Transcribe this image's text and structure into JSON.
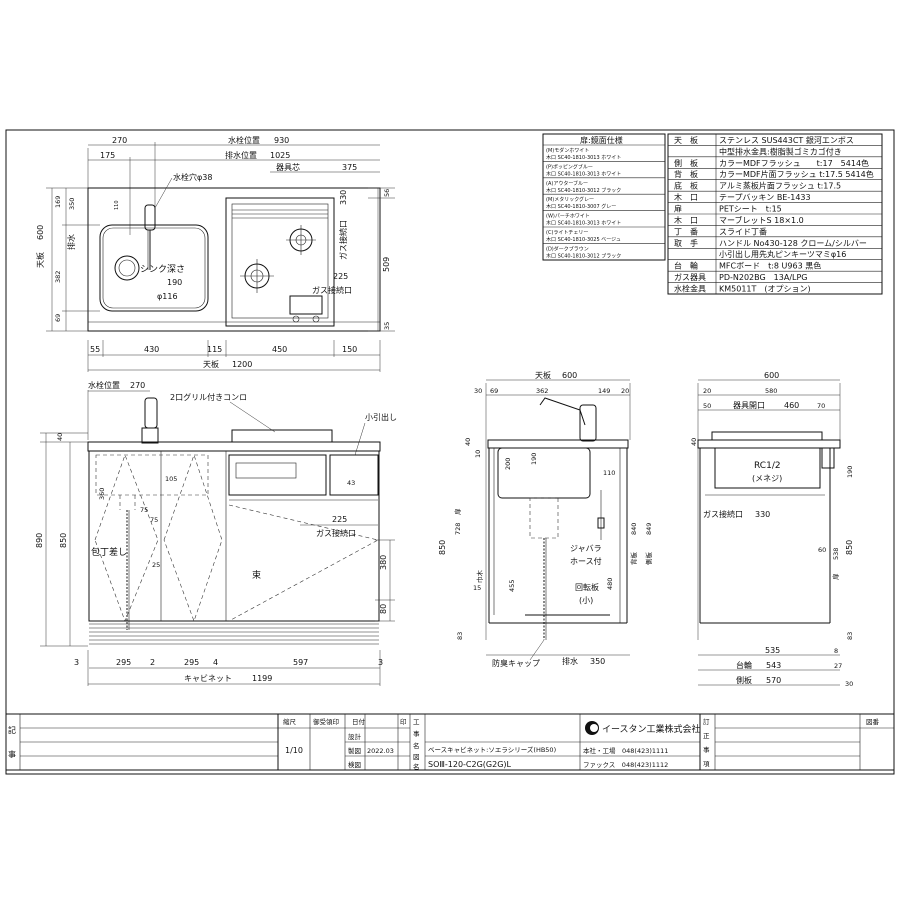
{
  "top_view": {
    "d_270": "270",
    "faucet_pos_label": "水栓位置",
    "faucet_pos_val": "930",
    "d_175": "175",
    "drain_pos_label": "排水位置",
    "drain_pos_val": "1025",
    "burner_center": "器具芯",
    "burner_center_val": "375",
    "faucet_hole": "水栓穴φ38",
    "top_label": "天板",
    "d_600": "600",
    "d_169": "169",
    "d_350": "350",
    "d_382": "382",
    "d_69": "69",
    "d_110": "110",
    "drain_label": "排水",
    "sink_depth": "シンク深さ",
    "sink_depth_val": "190",
    "drain_dia": "φ116",
    "gas_conn": "ガス接続口",
    "d_330": "330",
    "d_56": "56",
    "d_509": "509",
    "d_225": "225",
    "d_35": "35",
    "b_55": "55",
    "b_430": "430",
    "b_115": "115",
    "b_450": "450",
    "b_150": "150",
    "total_width_label": "天板",
    "total_width_val": "1200"
  },
  "front_view": {
    "faucet_pos": "水栓位置",
    "faucet_pos_val": "270",
    "stove_label": "2口グリル付きコンロ",
    "small_drawer": "小引出し",
    "d_40": "40",
    "d_890": "890",
    "d_850": "850",
    "d_360": "360",
    "d_105": "105",
    "d_75a": "75",
    "d_75b": "75",
    "d_25": "25",
    "d_43": "43",
    "knife_rack": "包丁差し",
    "d_225": "225",
    "gas_conn": "ガス接続口",
    "d_380": "380",
    "d_80": "80",
    "bundle": "束",
    "b_3a": "3",
    "b_295a": "295",
    "b_2": "2",
    "b_295b": "295",
    "b_4": "4",
    "b_597": "597",
    "b_3b": "3",
    "cabinet_label": "キャビネット",
    "cabinet_val": "1199"
  },
  "side_view": {
    "top_label": "天板",
    "top_val": "600",
    "d_30": "30",
    "d_69": "69",
    "d_362": "362",
    "d_149": "149",
    "d_20": "20",
    "d_40": "40",
    "d_10": "10",
    "d_200": "200",
    "d_190": "190",
    "door": "扉",
    "d_728": "728",
    "d_110": "110",
    "d_850": "850",
    "d_840": "840",
    "back_label": "背板",
    "d_849": "849",
    "side_label": "側板",
    "bellows": "ジャバラ",
    "hose": "ホース付",
    "d_480": "480",
    "d_15": "15",
    "plinth": "巾木",
    "d_455": "455",
    "turntable": "回転板",
    "turntable_size": "(小)",
    "d_83": "83",
    "odor_trap": "防臭キャップ",
    "drain": "排水",
    "drain_val": "350"
  },
  "right_view": {
    "d_600": "600",
    "d_20": "20",
    "d_580": "580",
    "d_50": "50",
    "opening_label": "器具開口",
    "opening_val": "460",
    "d_70": "70",
    "rc": "RC1/2",
    "male": "(メネジ)",
    "gas_conn": "ガス接続口",
    "d_330": "330",
    "d_190": "190",
    "d_850": "850",
    "d_60": "60",
    "door": "扉",
    "d_538": "538",
    "d_83": "83",
    "d_40": "40",
    "d_535": "535",
    "d_8": "8",
    "plinth_label": "台輪",
    "plinth_val": "543",
    "d_27": "27",
    "side_label": "側板",
    "side_val": "570",
    "d_30": "30"
  },
  "door_spec": {
    "header": "扉:鏡面仕様",
    "items": [
      {
        "name": "(M)モダンホワイト",
        "sub": "木口 SC40-1810-3013 ホワイト"
      },
      {
        "name": "(P)ポッピングブルー",
        "sub": "木口 SC40-1810-3013 ホワイト"
      },
      {
        "name": "(A)アウターブルー",
        "sub": "木口 SC40-1810-3012 ブラック"
      },
      {
        "name": "(M)メタリックグレー",
        "sub": "木口 SC40-1810-3007 グレー"
      },
      {
        "name": "(W)パーチホワイト",
        "sub": "木口 SC40-1810-3013 ホワイト"
      },
      {
        "name": "(C)ライトチェリー",
        "sub": "木口 SC40-1810-3025 ベージュ"
      },
      {
        "name": "(D)ダークブラウン",
        "sub": "木口 SC40-1810-3012 ブラック"
      }
    ]
  },
  "spec_table": {
    "rows": [
      {
        "label": "天　板",
        "value": "ステンレス SUS443CT 銀河エンボス"
      },
      {
        "label": "",
        "value": "中型排水金具:樹脂製ゴミカゴ付き"
      },
      {
        "label": "側　板",
        "value": "カラーMDFフラッシュ　　t:17　5414色"
      },
      {
        "label": "背　板",
        "value": "カラーMDF片面フラッシュ t:17.5 5414色"
      },
      {
        "label": "底　板",
        "value": "アルミ蒸板片面フラッシュ t:17.5"
      },
      {
        "label": "木　口",
        "value": "テープバッキン BE-1433"
      },
      {
        "label": "扉",
        "value": "PETシート　t:15"
      },
      {
        "label": "木　口",
        "value": "マーブレットS 18×1.0"
      },
      {
        "label": "丁　番",
        "value": "スライド丁番"
      },
      {
        "label": "取　手",
        "value": "ハンドル No430-128 クローム/シルバー"
      },
      {
        "label": "",
        "value": "小引出し用先丸ピンキーツマミφ16"
      },
      {
        "label": "台　輪",
        "value": "MFCボード　t:8 U963 黒色"
      },
      {
        "label": "ガス器具",
        "value": "PD-N202BG　13A/LPG"
      },
      {
        "label": "水栓金具",
        "value": "KM5011T　(オプション)"
      }
    ]
  },
  "title_block": {
    "ki": "記",
    "ji": "事",
    "scale_label": "縮尺",
    "scale_val": "1/10",
    "receipt": "御受領印",
    "date_label": "日付",
    "seal": "印",
    "design": "設計",
    "draw": "製図",
    "check": "検図",
    "draw_date": "2022.03",
    "kou": "工",
    "jikou": "事",
    "mei": "名",
    "zu": "図",
    "zumei": "名",
    "project": "ベースキャビネット:ソエラシリーズ(HB50)",
    "drawing_name": "SOⅢ-120-C2G(G2G)L",
    "company": "イースタン工業株式会社",
    "hq": "本社・工場　048(423)1111",
    "fax": "ファックス　048(423)1112",
    "tei": "訂",
    "sei": "正",
    "ji2": "事",
    "kou2": "項",
    "zuban": "図番"
  }
}
